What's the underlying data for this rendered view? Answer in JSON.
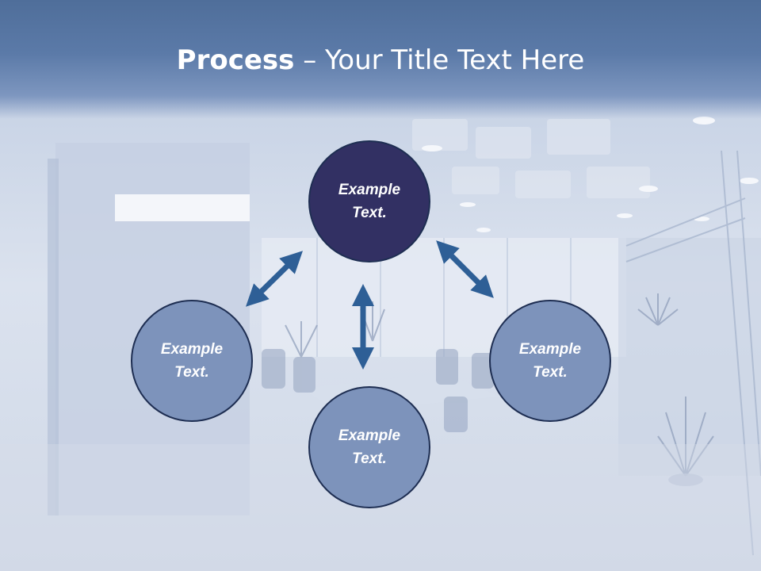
{
  "title": {
    "bold": "Process",
    "dash": " – ",
    "rest": "Your Title Text Here"
  },
  "nodes": {
    "center": {
      "line1": "Example",
      "line2": "Text."
    },
    "left": {
      "line1": "Example",
      "line2": "Text."
    },
    "right": {
      "line1": "Example",
      "line2": "Text."
    },
    "bottom": {
      "line1": "Example",
      "line2": "Text."
    }
  },
  "colors": {
    "header": "#5b7aa8",
    "center_node": "#323063",
    "outer_node": "#7d93bb",
    "node_border": "#1e2e52",
    "arrow": "#2e5f96"
  }
}
